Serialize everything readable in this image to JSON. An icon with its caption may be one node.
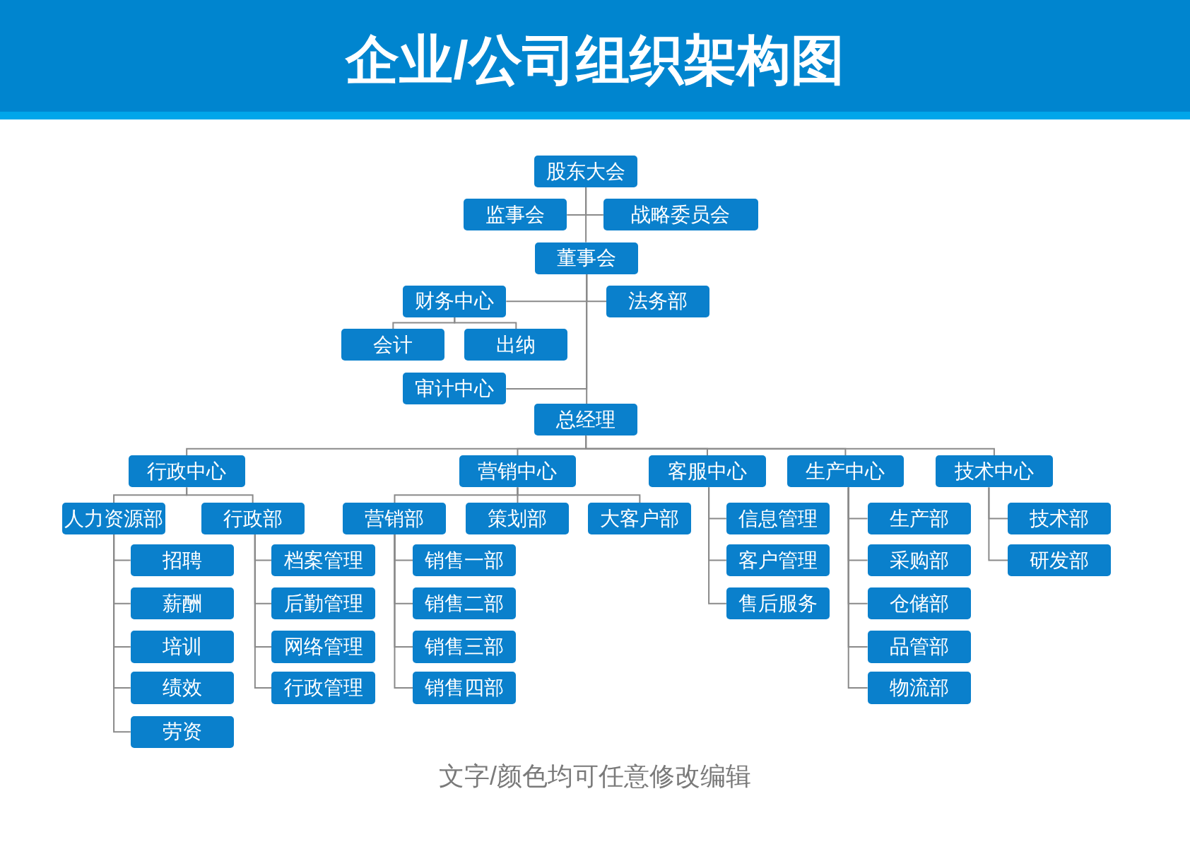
{
  "diagram": {
    "title": "企业/公司组织架构图",
    "caption": "文字/颜色均可任意修改编辑",
    "nodes": [
      {
        "text": [
          "股东大会"
        ]
      },
      {
        "text": [
          "监事会"
        ]
      },
      {
        "text": [
          "战略委员会"
        ]
      },
      {
        "text": [
          "董事会"
        ]
      },
      {
        "text": [
          "财务中心"
        ]
      },
      {
        "text": [
          "法务部"
        ]
      },
      {
        "text": [
          "会计"
        ]
      },
      {
        "text": [
          "出纳"
        ]
      },
      {
        "text": [
          "审计中心"
        ]
      },
      {
        "text": [
          "总经理"
        ]
      },
      {
        "text": [
          "行政中心"
        ]
      },
      {
        "text": [
          "营销中心"
        ]
      },
      {
        "text": [
          "客服中心"
        ]
      },
      {
        "text": [
          "生产中心"
        ]
      },
      {
        "text": [
          "技术中心"
        ]
      },
      {
        "text": [
          "人力资源部"
        ]
      },
      {
        "text": [
          "行政部"
        ]
      },
      {
        "text": [
          "营销部"
        ]
      },
      {
        "text": [
          "策划部"
        ]
      },
      {
        "text": [
          "大客户部"
        ]
      },
      {
        "text": [
          "信息管理"
        ]
      },
      {
        "text": [
          "客户管理"
        ]
      },
      {
        "text": [
          "售后服务"
        ]
      },
      {
        "text": [
          "生产部"
        ]
      },
      {
        "text": [
          "采购部"
        ]
      },
      {
        "text": [
          "仓储部"
        ]
      },
      {
        "text": [
          "品管部"
        ]
      },
      {
        "text": [
          "物流部"
        ]
      },
      {
        "text": [
          "技术部"
        ]
      },
      {
        "text": [
          "研发部"
        ]
      },
      {
        "text": [
          "招聘"
        ]
      },
      {
        "text": [
          "薪酬"
        ]
      },
      {
        "text": [
          "培训"
        ]
      },
      {
        "text": [
          "绩效"
        ]
      },
      {
        "text": [
          "劳资"
        ]
      },
      {
        "text": [
          "档案管理"
        ]
      },
      {
        "text": [
          "后勤管理"
        ]
      },
      {
        "text": [
          "网络管理"
        ]
      },
      {
        "text": [
          "行政管理"
        ]
      },
      {
        "text": [
          "销售一部"
        ]
      },
      {
        "text": [
          "销售二部"
        ]
      },
      {
        "text": [
          "销售三部"
        ]
      },
      {
        "text": [
          "销售四部"
        ]
      }
    ],
    "edges": [
      {
        "from": 0,
        "to": 1,
        "arrow": "none"
      },
      {
        "from": 0,
        "to": 2,
        "arrow": "none"
      },
      {
        "from": 0,
        "to": 3,
        "arrow": "none"
      },
      {
        "from": 3,
        "to": 4,
        "arrow": "none"
      },
      {
        "from": 3,
        "to": 5,
        "arrow": "none"
      },
      {
        "from": 3,
        "to": 8,
        "arrow": "none"
      },
      {
        "from": 3,
        "to": 9,
        "arrow": "none"
      },
      {
        "from": 4,
        "to": 6,
        "arrow": "none"
      },
      {
        "from": 4,
        "to": 7,
        "arrow": "none"
      },
      {
        "from": 9,
        "to": 10,
        "arrow": "none"
      },
      {
        "from": 9,
        "to": 11,
        "arrow": "none"
      },
      {
        "from": 9,
        "to": 12,
        "arrow": "none"
      },
      {
        "from": 9,
        "to": 13,
        "arrow": "none"
      },
      {
        "from": 9,
        "to": 14,
        "arrow": "none"
      },
      {
        "from": 10,
        "to": 15,
        "arrow": "none"
      },
      {
        "from": 10,
        "to": 16,
        "arrow": "none"
      },
      {
        "from": 11,
        "to": 17,
        "arrow": "none"
      },
      {
        "from": 11,
        "to": 18,
        "arrow": "none"
      },
      {
        "from": 11,
        "to": 19,
        "arrow": "none"
      },
      {
        "from": 12,
        "to": 20,
        "arrow": "none"
      },
      {
        "from": 12,
        "to": 21,
        "arrow": "none"
      },
      {
        "from": 12,
        "to": 22,
        "arrow": "none"
      },
      {
        "from": 13,
        "to": 23,
        "arrow": "none"
      },
      {
        "from": 13,
        "to": 24,
        "arrow": "none"
      },
      {
        "from": 13,
        "to": 25,
        "arrow": "none"
      },
      {
        "from": 13,
        "to": 26,
        "arrow": "none"
      },
      {
        "from": 13,
        "to": 27,
        "arrow": "none"
      },
      {
        "from": 14,
        "to": 28,
        "arrow": "none"
      },
      {
        "from": 14,
        "to": 29,
        "arrow": "none"
      },
      {
        "from": 15,
        "to": 30,
        "arrow": "none"
      },
      {
        "from": 15,
        "to": 31,
        "arrow": "none"
      },
      {
        "from": 15,
        "to": 32,
        "arrow": "none"
      },
      {
        "from": 15,
        "to": 33,
        "arrow": "none"
      },
      {
        "from": 15,
        "to": 34,
        "arrow": "none"
      },
      {
        "from": 16,
        "to": 35,
        "arrow": "none"
      },
      {
        "from": 16,
        "to": 36,
        "arrow": "none"
      },
      {
        "from": 16,
        "to": 37,
        "arrow": "none"
      },
      {
        "from": 16,
        "to": 38,
        "arrow": "none"
      },
      {
        "from": 17,
        "to": 39,
        "arrow": "none"
      },
      {
        "from": 17,
        "to": 40,
        "arrow": "none"
      },
      {
        "from": 17,
        "to": 41,
        "arrow": "none"
      },
      {
        "from": 17,
        "to": 42,
        "arrow": "none"
      }
    ]
  }
}
